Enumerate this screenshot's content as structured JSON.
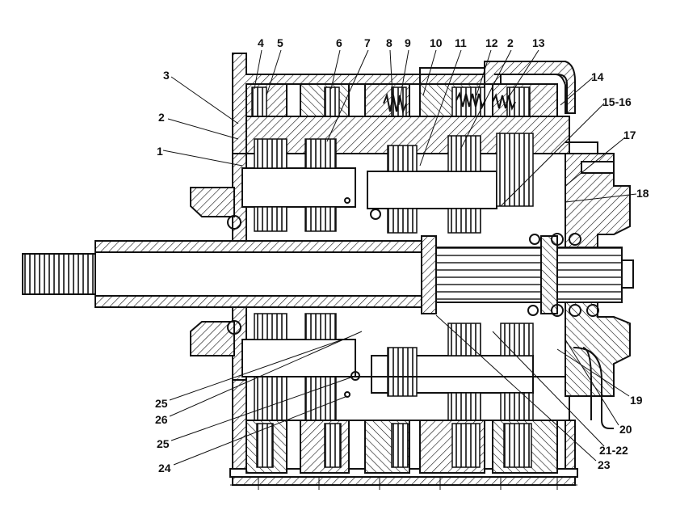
{
  "labels": {
    "l1": "1",
    "l2a": "2",
    "l2b": "2",
    "l3": "3",
    "l4": "4",
    "l5": "5",
    "l6": "6",
    "l7": "7",
    "l8": "8",
    "l9": "9",
    "l10": "10",
    "l11": "11",
    "l12": "12",
    "l13": "13",
    "l14": "14",
    "l15_16": "15-16",
    "l17": "17",
    "l18": "18",
    "l19": "19",
    "l20": "20",
    "l21_22": "21-22",
    "l23": "23",
    "l24": "24",
    "l25a": "25",
    "l25b": "25",
    "l26": "26"
  },
  "colors": {
    "ink": "#111111",
    "paper": "#ffffff"
  }
}
